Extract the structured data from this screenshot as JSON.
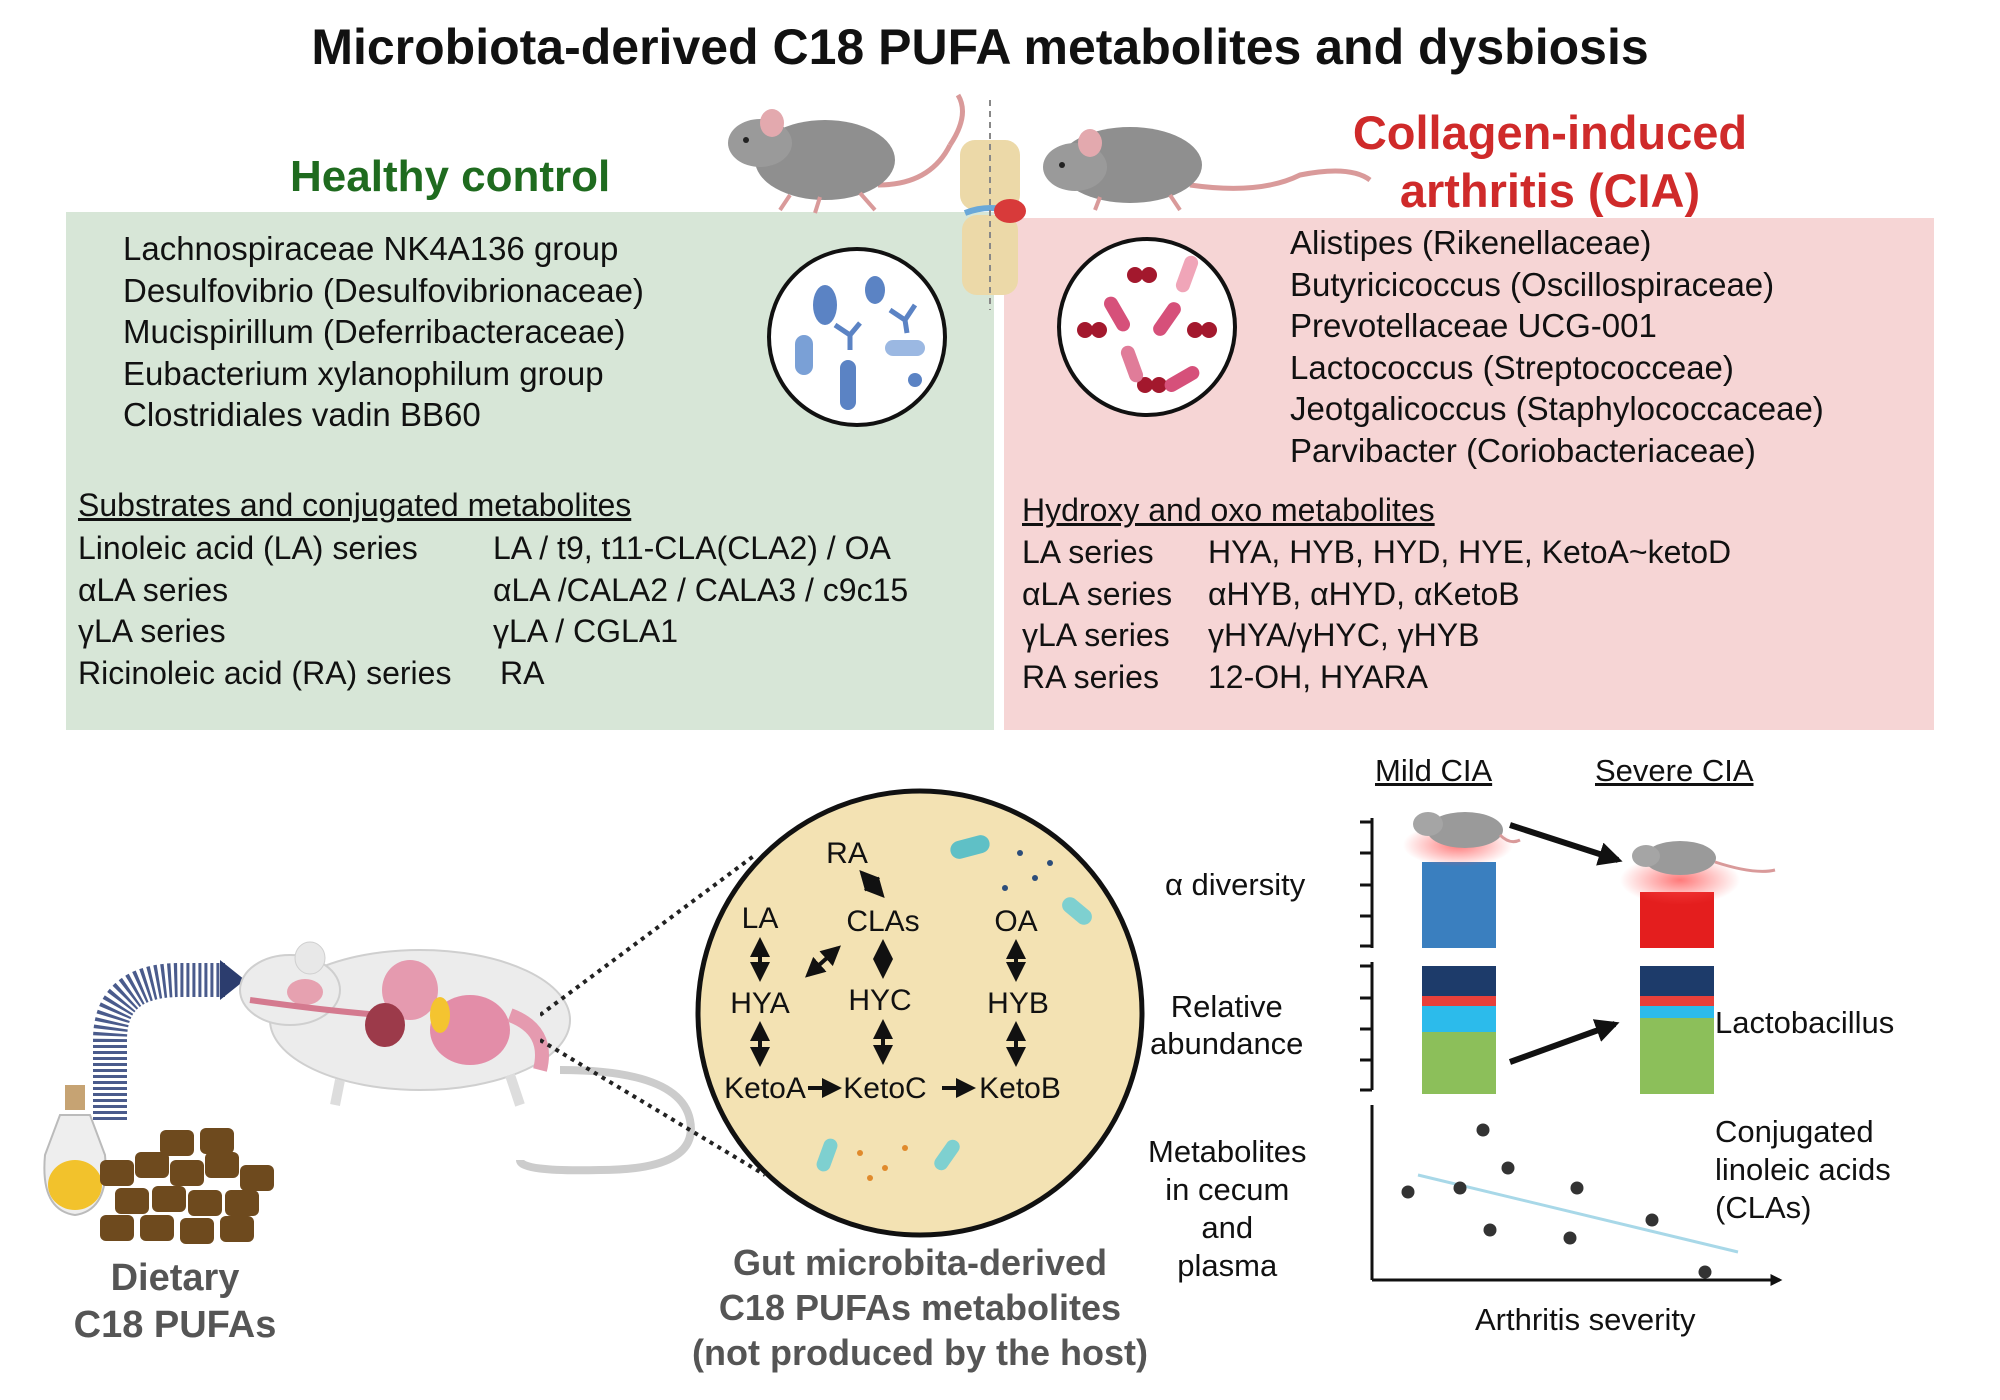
{
  "title": "Microbiota-derived C18 PUFA metabolites and dysbiosis",
  "healthy": {
    "heading": "Healthy control",
    "taxa": [
      "Lachnospiraceae NK4A136 group",
      "Desulfovibrio (Desulfovibrionaceae)",
      "Mucispirillum (Deferribacteraceae)",
      "Eubacterium xylanophilum group",
      "Clostridiales vadin BB60"
    ],
    "section_heading": "Substrates and conjugated metabolites",
    "series": [
      {
        "name": "Linoleic acid (LA) series",
        "metabolites": "LA / t9, t11-CLA(CLA2) / OA"
      },
      {
        "name": "αLA series",
        "metabolites": "αLA /CALA2 / CALA3 / c9c15"
      },
      {
        "name": "γLA series",
        "metabolites": "γLA / CGLA1"
      },
      {
        "name": "Ricinoleic acid (RA) series",
        "metabolites": "RA"
      }
    ]
  },
  "cia": {
    "heading_line1": "Collagen-induced",
    "heading_line2": "arthritis (CIA)",
    "taxa": [
      "Alistipes (Rikenellaceae)",
      "Butyricicoccus (Oscillospiraceae)",
      "Prevotellaceae UCG-001",
      "Lactococcus (Streptococceae)",
      "Jeotgalicoccus (Staphylococcaceae)",
      "Parvibacter (Coriobacteriaceae)"
    ],
    "section_heading": "Hydroxy and oxo metabolites",
    "series": [
      {
        "name": "LA series",
        "metabolites": "HYA, HYB, HYD, HYE, KetoA~ketoD"
      },
      {
        "name": "αLA series",
        "metabolites": "αHYB, αHYD, αKetoB"
      },
      {
        "name": "γLA series",
        "metabolites": "γHYA/γHYC, γHYB"
      },
      {
        "name": "RA series",
        "metabolites": "12-OH, HYARA"
      }
    ]
  },
  "diet": {
    "caption_line1": "Dietary",
    "caption_line2": "C18 PUFAs"
  },
  "pathway": {
    "nodes": {
      "ra": "RA",
      "la": "LA",
      "clas": "CLAs",
      "oa": "OA",
      "hya": "HYA",
      "hyc": "HYC",
      "hyb": "HYB",
      "ketoa": "KetoA",
      "ketoc": "KetoC",
      "ketob": "KetoB"
    },
    "caption_line1": "Gut microbita-derived",
    "caption_line2": "C18 PUFAs metabolites",
    "caption_line3": "(not produced by the host)"
  },
  "panels": {
    "mild_label": "Mild CIA",
    "severe_label": "Severe CIA",
    "alpha_label": "α diversity",
    "abundance_label_line1": "Relative",
    "abundance_label_line2": "abundance",
    "lactobacillus_label": "Lactobacillus",
    "metab_label_line1": "Metabolites",
    "metab_label_line2": "in cecum",
    "metab_label_line3": "and",
    "metab_label_line4": "plasma",
    "cla_label_line1": "Conjugated",
    "cla_label_line2": "linoleic acids",
    "cla_label_line3": "(CLAs)",
    "xlabel": "Arthritis severity",
    "colors": {
      "mild_bar": "#3a7fbf",
      "severe_bar": "#e41e1e",
      "navy": "#1d3b6a",
      "red": "#e8403a",
      "cyan": "#2cbbeb",
      "green": "#8cbf5a",
      "trend": "#a8d8e8"
    }
  }
}
